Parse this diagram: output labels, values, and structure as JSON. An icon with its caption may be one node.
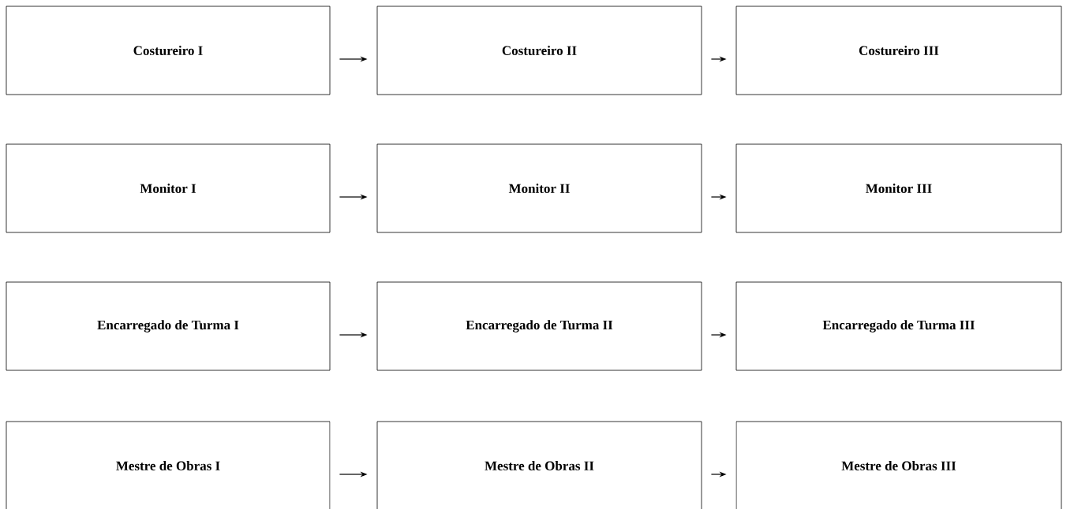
{
  "diagram": {
    "nodes": [
      {
        "text": [
          "Costureiro I"
        ]
      },
      {
        "text": [
          "Costureiro II"
        ]
      },
      {
        "text": [
          "Costureiro III"
        ]
      },
      {
        "text": [
          "Monitor I"
        ]
      },
      {
        "text": [
          "Monitor II"
        ]
      },
      {
        "text": [
          "Monitor III"
        ]
      },
      {
        "text": [
          "Encarregado de Turma I"
        ]
      },
      {
        "text": [
          "Encarregado de Turma  II"
        ]
      },
      {
        "text": [
          "Encarregado de Turma  III"
        ]
      },
      {
        "text": [
          "Mestre de Obras I"
        ]
      },
      {
        "text": [
          "Mestre de Obras II"
        ]
      },
      {
        "text": [
          "Mestre de Obras III"
        ]
      }
    ],
    "edges": [
      {
        "from": 0,
        "to": 1,
        "arrow": "to"
      },
      {
        "from": 1,
        "to": 2,
        "arrow": "to"
      },
      {
        "from": 3,
        "to": 4,
        "arrow": "to"
      },
      {
        "from": 4,
        "to": 5,
        "arrow": "to"
      },
      {
        "from": 6,
        "to": 7,
        "arrow": "to"
      },
      {
        "from": 7,
        "to": 8,
        "arrow": "to"
      },
      {
        "from": 9,
        "to": 10,
        "arrow": "to"
      },
      {
        "from": 10,
        "to": 11,
        "arrow": "to"
      }
    ]
  }
}
